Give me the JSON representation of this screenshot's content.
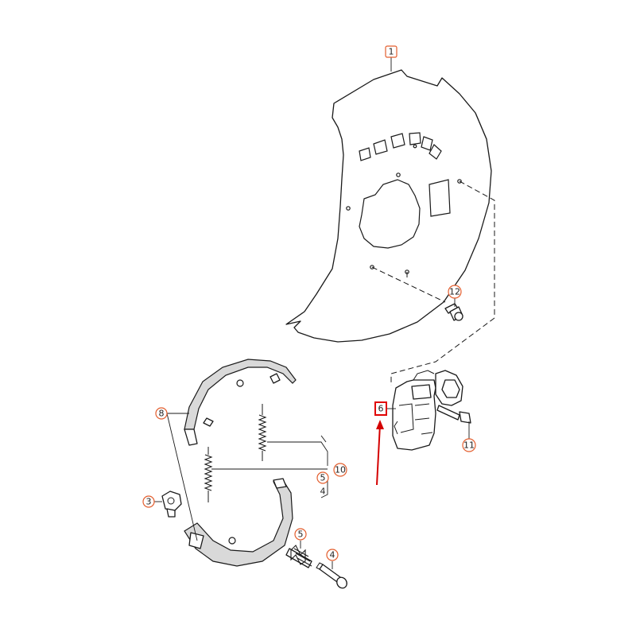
{
  "diagram": {
    "callouts": {
      "c1": "1",
      "c12": "12",
      "c6": "6",
      "c11": "11",
      "c8": "8",
      "c10": "10",
      "c5a": "5",
      "c4a": "4",
      "c3": "3",
      "c5b": "5",
      "c4b": "4"
    },
    "colors": {
      "callout_ring": "#e35d2d",
      "highlight_box": "#e00000",
      "arrow": "#d40000",
      "line": "#1a1a1a"
    },
    "highlighted_part": "6"
  }
}
